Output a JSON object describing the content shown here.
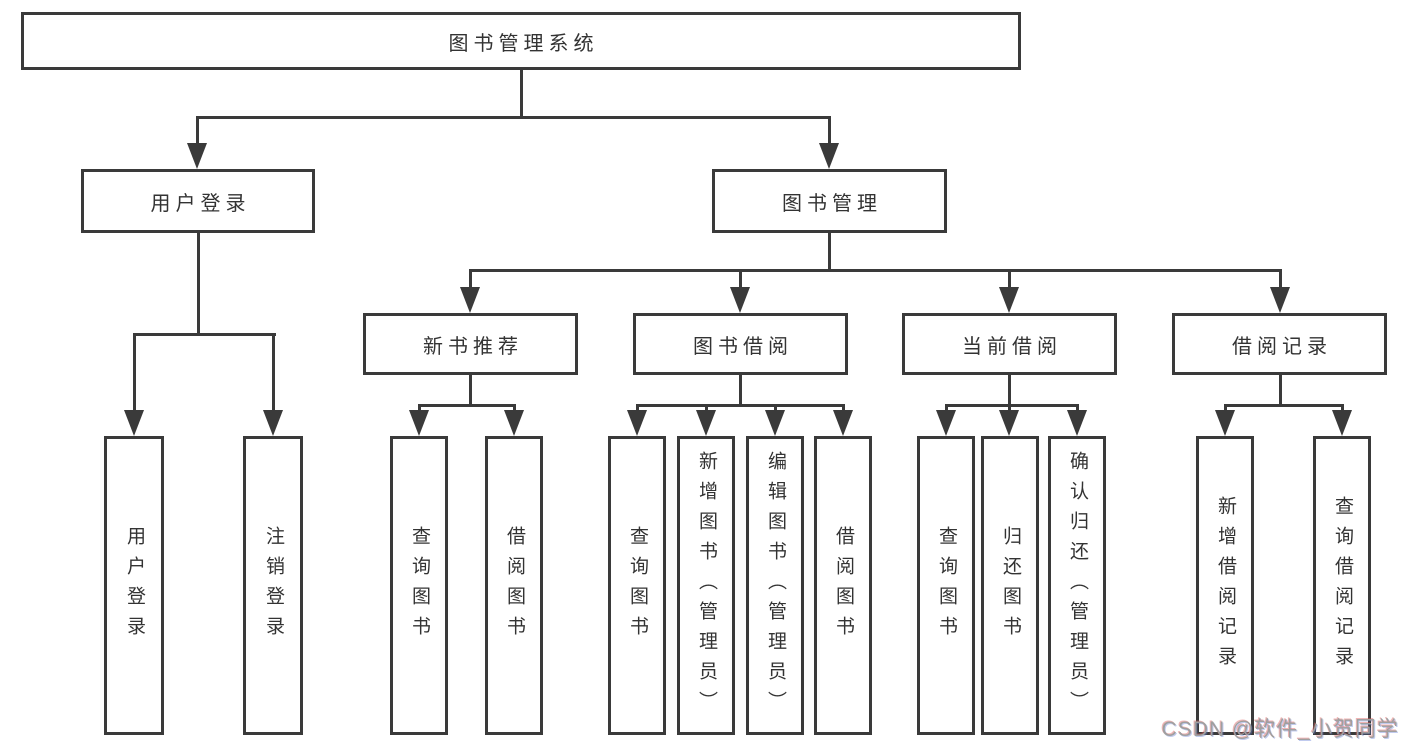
{
  "diagram": {
    "root": {
      "label": "图书管理系统"
    },
    "level2": [
      {
        "label": "用户登录"
      },
      {
        "label": "图书管理"
      }
    ],
    "level3": [
      {
        "label": "新书推荐",
        "parent": "图书管理"
      },
      {
        "label": "图书借阅",
        "parent": "图书管理"
      },
      {
        "label": "当前借阅",
        "parent": "图书管理"
      },
      {
        "label": "借阅记录",
        "parent": "图书管理"
      }
    ],
    "leaves": [
      {
        "label": "用户登录",
        "parent": "用户登录"
      },
      {
        "label": "注销登录",
        "parent": "用户登录"
      },
      {
        "label": "查询图书",
        "parent": "新书推荐"
      },
      {
        "label": "借阅图书",
        "parent": "新书推荐"
      },
      {
        "label": "查询图书",
        "parent": "图书借阅"
      },
      {
        "label": "新增图书（管理员）",
        "parent": "图书借阅"
      },
      {
        "label": "编辑图书（管理员）",
        "parent": "图书借阅"
      },
      {
        "label": "借阅图书",
        "parent": "图书借阅"
      },
      {
        "label": "查询图书",
        "parent": "当前借阅"
      },
      {
        "label": "归还图书",
        "parent": "当前借阅"
      },
      {
        "label": "确认归还（管理员）",
        "parent": "当前借阅"
      },
      {
        "label": "新增借阅记录",
        "parent": "借阅记录"
      },
      {
        "label": "查询借阅记录",
        "parent": "借阅记录"
      }
    ]
  },
  "watermark": {
    "text": "CSDN @软件_小贺同学"
  },
  "colors": {
    "line": "#3a3a3a",
    "text": "#333333",
    "background": "#ffffff",
    "watermark": "#9f9f9f"
  }
}
